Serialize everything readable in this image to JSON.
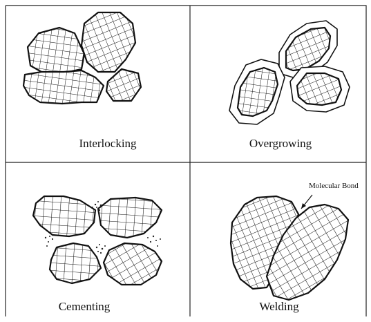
{
  "panels": [
    {
      "id": "interlocking",
      "caption": "Interlocking"
    },
    {
      "id": "overgrowing",
      "caption": "Overgrowing"
    },
    {
      "id": "cementing",
      "caption": "Cementing"
    },
    {
      "id": "welding",
      "caption": "Welding",
      "annotation": "Molecular Bond"
    }
  ]
}
